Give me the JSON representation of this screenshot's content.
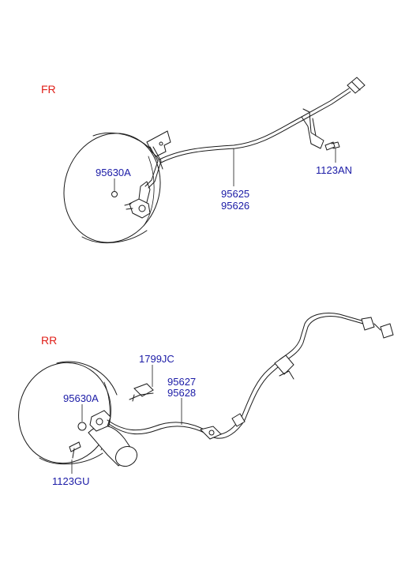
{
  "sections": {
    "front": "FR",
    "rear": "RR"
  },
  "front_parts": {
    "sensor_oring": "95630A",
    "sensor_cable_a": "95625",
    "sensor_cable_b": "95626",
    "bolt": "1123AN"
  },
  "rear_parts": {
    "clip": "1799JC",
    "sensor_cable_a": "95627",
    "sensor_cable_b": "95628",
    "sensor_oring": "95630A",
    "bolt": "1123GU"
  },
  "colors": {
    "part_label": "#1a1aa6",
    "section_label": "#e0201a",
    "line": "#1a1a1a"
  }
}
